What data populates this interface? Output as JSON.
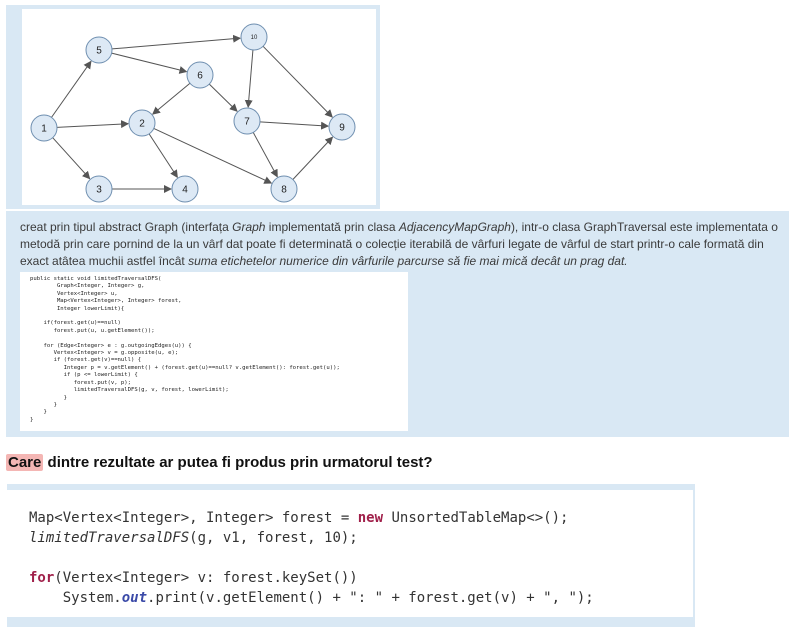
{
  "graph": {
    "nodes": [
      "1",
      "2",
      "3",
      "4",
      "5",
      "6",
      "7",
      "8",
      "9",
      "10"
    ],
    "edges": [
      [
        "1",
        "5"
      ],
      [
        "1",
        "2"
      ],
      [
        "1",
        "3"
      ],
      [
        "3",
        "4"
      ],
      [
        "2",
        "4"
      ],
      [
        "2",
        "8"
      ],
      [
        "5",
        "6"
      ],
      [
        "5",
        "10"
      ],
      [
        "6",
        "2"
      ],
      [
        "6",
        "7"
      ],
      [
        "10",
        "7"
      ],
      [
        "10",
        "9"
      ],
      [
        "7",
        "9"
      ],
      [
        "7",
        "8"
      ],
      [
        "8",
        "9"
      ]
    ]
  },
  "description": {
    "part1": "creat prin tipul abstract Graph (interfața ",
    "graph_word": "Graph",
    "part2": " implementată prin clasa ",
    "impl_class": "AdjacencyMapGraph",
    "part3": "), intr-o clasa GraphTraversal este implementata o metodă prin care pornind de la un vârf dat poate fi determinată o colecție iterabilă de vârfuri legate de vârful de start printr-o cale formată din exact atâtea muchii astfel încât ",
    "emphasis": "suma etichetelor numerice din vârfurile parcurse să fie mai mică decât un prag dat."
  },
  "method_code": "public static void limitedTraversalDFS(\n        Graph<Integer, Integer> g,\n        Vertex<Integer> u,\n        Map<Vertex<Integer>, Integer> forest,\n        Integer lowerLimit){\n\n    if(forest.get(u)==null)\n       forest.put(u, u.getElement());\n\n    for (Edge<Integer> e : g.outgoingEdges(u)) {\n       Vertex<Integer> v = g.opposite(u, e);\n       if (forest.get(v)==null) {\n          Integer p = v.getElement() + (forest.get(u)==null? v.getElement(): forest.get(u));\n          if (p <= lowerLimit) {\n             forest.put(v, p);\n             limitedTraversalDFS(g, v, forest, lowerLimit);\n          }\n       }\n    }\n}",
  "question": {
    "highlight": "Care",
    "rest": " dintre rezultate ar putea fi produs prin urmatorul test?"
  },
  "test_code": {
    "l1_a": "Map<Vertex<Integer>, Integer> forest = ",
    "l1_new": "new",
    "l1_b": " UnsortedTableMap<>();",
    "l2_a": "limitedTraversalDFS",
    "l2_b": "(g, v1, forest, 10);",
    "l4_for": "for",
    "l4_b": "(Vertex<Integer> v: forest.keySet())",
    "l5_a": "    System.",
    "l5_out": "out",
    "l5_b": ".print(v.getElement() + \": \" + forest.get(v) + \", \");"
  }
}
